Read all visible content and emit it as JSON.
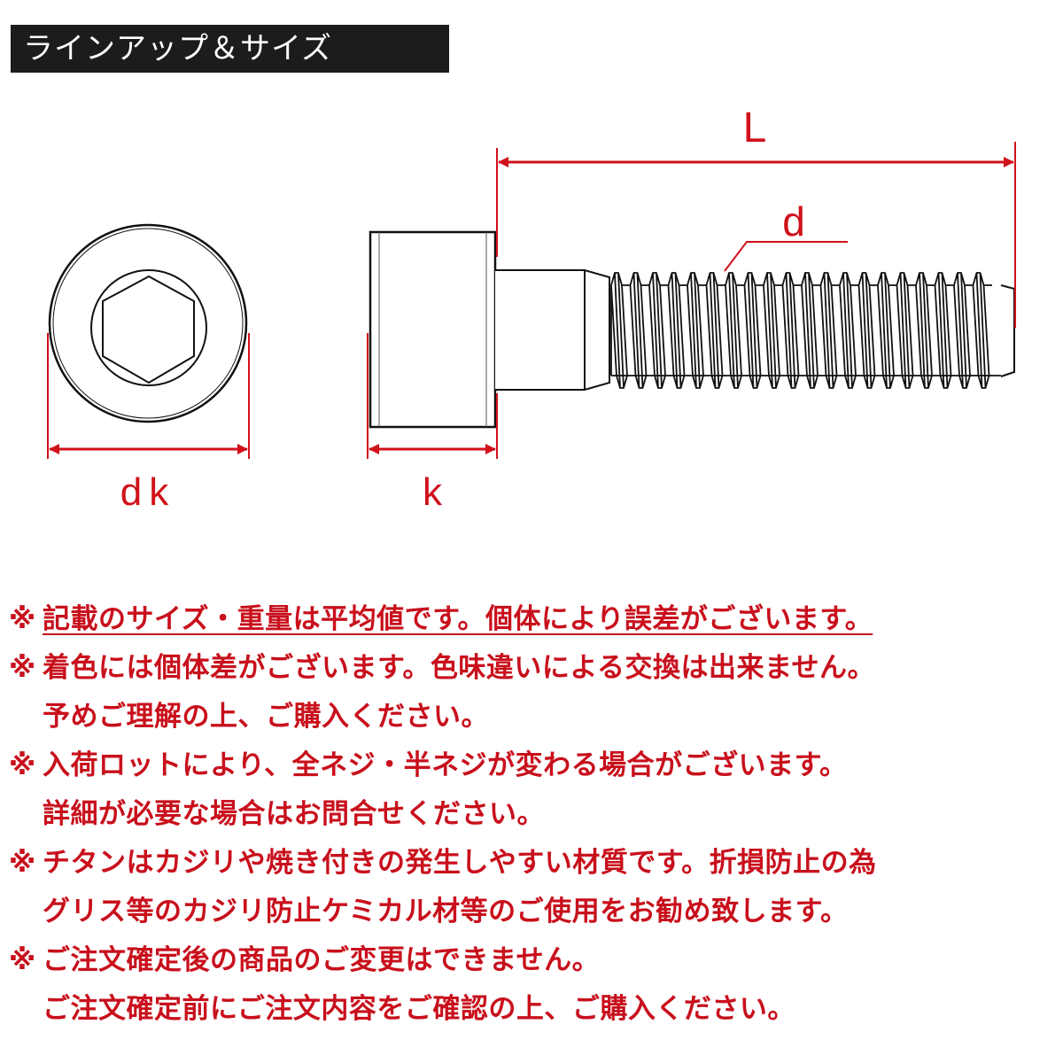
{
  "header": {
    "title": "ラインアップ＆サイズ"
  },
  "diagram": {
    "labels": {
      "length": "L",
      "thread_diameter": "d",
      "head_diameter": "dk",
      "head_height": "k"
    },
    "colors": {
      "dimension": "#d0111b",
      "outline": "#111111",
      "note_text": "#c8101c",
      "title_bg": "#1c1c1c"
    }
  },
  "notes": {
    "mark": "※",
    "items": [
      {
        "lines": [
          "記載のサイズ・重量は平均値です。個体により誤差がございます。"
        ],
        "underlined": true
      },
      {
        "lines": [
          "着色には個体差がございます。色味違いによる交換は出来ません。",
          "予めご理解の上、ご購入ください。"
        ],
        "underlined": false
      },
      {
        "lines": [
          "入荷ロットにより、全ネジ・半ネジが変わる場合がございます。",
          "詳細が必要な場合はお問合せください。"
        ],
        "underlined": false
      },
      {
        "lines": [
          "チタンはカジリや焼き付きの発生しやすい材質です。折損防止の為",
          "グリス等のカジリ防止ケミカル材等のご使用をお勧め致します。"
        ],
        "underlined": false
      },
      {
        "lines": [
          "ご注文確定後の商品のご変更はできません。",
          "ご注文確定前にご注文内容をご確認の上、ご購入ください。"
        ],
        "underlined": false
      }
    ]
  }
}
